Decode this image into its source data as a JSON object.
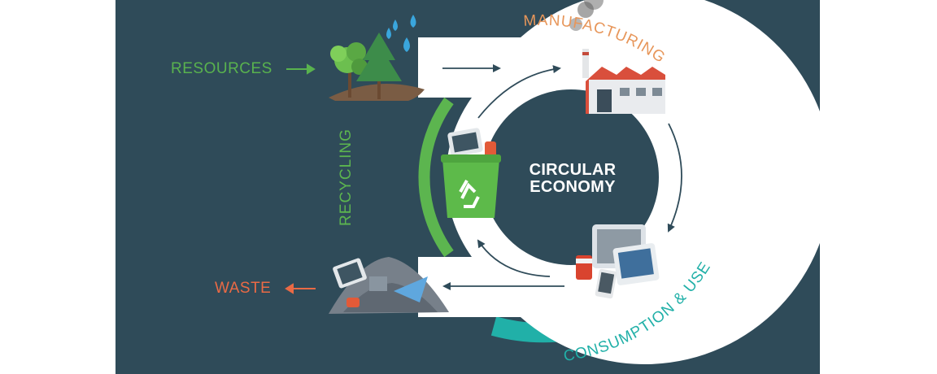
{
  "labels": {
    "resources": "RESOURCES",
    "waste": "WASTE",
    "manufacturing": "MANUFACTURING",
    "consumption": "CONSUMPTION & USE",
    "recycling": "RECYCLING",
    "center_line1": "CIRCULAR",
    "center_line2": "ECONOMY"
  },
  "colors": {
    "background": "#2f4b59",
    "manufacturing": "#e7965a",
    "consumption": "#21b0a8",
    "recycling": "#5cb54f",
    "waste": "#ea6a45"
  },
  "icons": [
    "trees-icon",
    "water-drops-icon",
    "factory-icon",
    "devices-icon",
    "recycle-bin-icon",
    "waste-pile-icon",
    "recycle-symbol-icon"
  ]
}
